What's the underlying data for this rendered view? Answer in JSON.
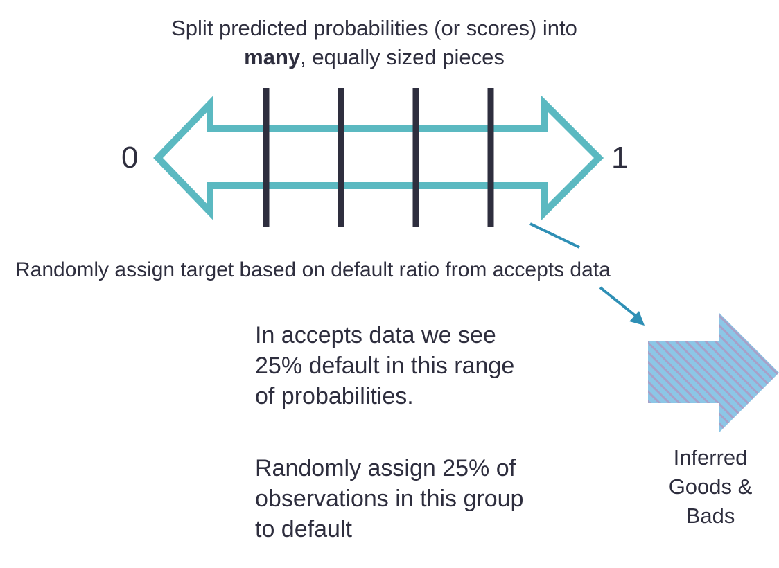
{
  "heading": {
    "line1": "Split predicted probabilities (or scores) into",
    "line2_bold": "many",
    "line2_rest": ", equally sized pieces"
  },
  "axis": {
    "min_label": "0",
    "max_label": "1"
  },
  "assign_instruction": "Randomly assign target based on default ratio from accepts data",
  "explanation": {
    "paragraph1": [
      "In accepts data we see",
      "25% default in this range",
      "of probabilities."
    ],
    "paragraph2": [
      "Randomly assign 25% of",
      "observations in this group",
      "to default"
    ]
  },
  "output": {
    "lines": [
      "Inferred",
      "Goods &",
      "Bads"
    ]
  },
  "colors": {
    "teal_arrow": "#5bb9c1",
    "divider": "#2e2e3e",
    "connector": "#2e8fb5",
    "hatch_light": "#8cc6e6",
    "hatch_dark": "#a8a0c8"
  }
}
